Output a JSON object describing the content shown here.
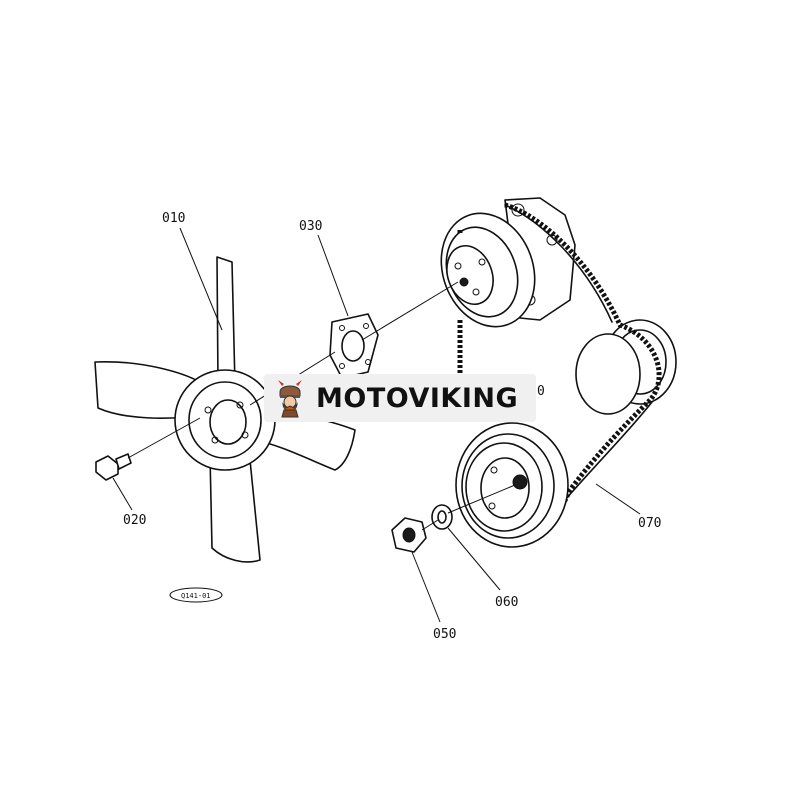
{
  "brand": {
    "name": "MOTOVIKING",
    "logo_icon": "viking-helmet-icon",
    "accent": "#c0392b"
  },
  "diagram": {
    "ref_code": "Q141-01",
    "stray_label": "0",
    "parts": [
      {
        "id": "010",
        "label": "010"
      },
      {
        "id": "020",
        "label": "020"
      },
      {
        "id": "030",
        "label": "030"
      },
      {
        "id": "050",
        "label": "050"
      },
      {
        "id": "060",
        "label": "060"
      },
      {
        "id": "070",
        "label": "070"
      }
    ]
  }
}
